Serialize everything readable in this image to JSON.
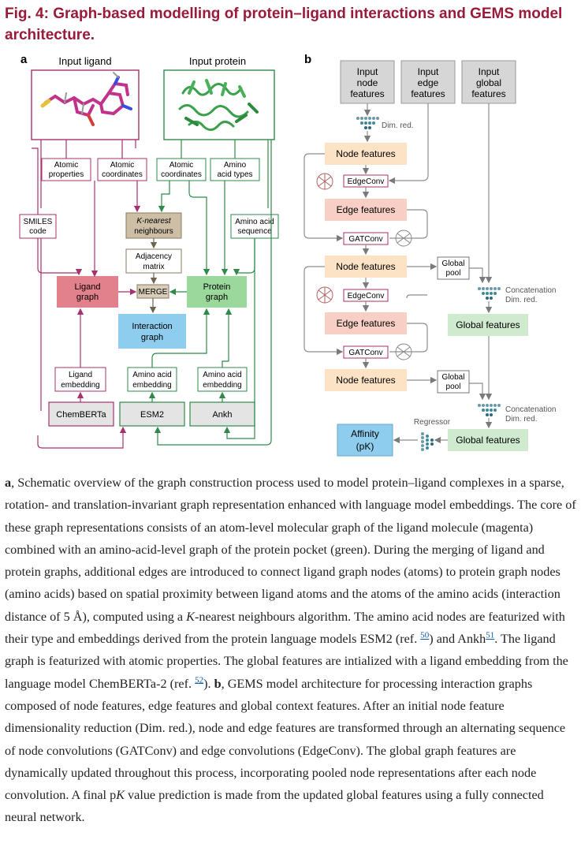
{
  "figure": {
    "title": "Fig. 4: Graph-based modelling of protein–ligand interactions and GEMS model architecture.",
    "panel_a": {
      "label": "a",
      "input_ligand": "Input ligand",
      "input_protein": "Input protein",
      "atomic_properties": [
        "Atomic",
        "properties"
      ],
      "atomic_coordinates_lig": [
        "Atomic",
        "coordinates"
      ],
      "atomic_coordinates_prot": [
        "Atomic",
        "coordinates"
      ],
      "amino_acid_types": [
        "Amino",
        "acid types"
      ],
      "smiles_code": [
        "SMILES",
        "code"
      ],
      "amino_acid_sequence": [
        "Amino acid",
        "sequence"
      ],
      "knn": [
        "K-nearest",
        "neighbours"
      ],
      "adjacency": [
        "Adjacency",
        "matrix"
      ],
      "ligand_graph": [
        "Ligand",
        "graph"
      ],
      "merge": "MERGE",
      "protein_graph": [
        "Protein",
        "graph"
      ],
      "interaction_graph": [
        "Interaction",
        "graph"
      ],
      "ligand_embedding": [
        "Ligand",
        "embedding"
      ],
      "aa_embedding_1": [
        "Amino acid",
        "embedding"
      ],
      "aa_embedding_2": [
        "Amino acid",
        "embedding"
      ],
      "chemberta": "ChemBERTa",
      "esm2": "ESM2",
      "ankh": "Ankh"
    },
    "panel_b": {
      "label": "b",
      "input_node": [
        "Input",
        "node",
        "features"
      ],
      "input_edge": [
        "Input",
        "edge",
        "features"
      ],
      "input_global": [
        "Input",
        "global",
        "features"
      ],
      "dim_red": "Dim. red.",
      "node_features": "Node features",
      "edge_features": "Edge features",
      "edgeconv": "EdgeConv",
      "gatconv": "GATConv",
      "global_pool": [
        "Global",
        "pool"
      ],
      "concatenation": "Concatenation",
      "global_features": "Global features",
      "regressor": "Regressor",
      "affinity": [
        "Affinity",
        "(pK)"
      ]
    }
  },
  "caption": {
    "a_label": "a",
    "a_text_1": ", Schematic overview of the graph construction process used to model protein–ligand complexes in a sparse, rotation- and translation-invariant graph representation enhanced with language model embeddings. The core of these graph representations consists of an atom-level molecular graph of the ligand molecule (magenta) combined with an amino-acid-level graph of the protein pocket (green). During the merging of ligand and protein graphs, additional edges are introduced to connect ligand graph nodes (atoms) to protein graph nodes (amino acids) based on spatial proximity between ligand atoms and the atoms of the amino acids (interaction distance of 5 Å), computed using a ",
    "a_k": "K",
    "a_text_2": "-nearest neighbours algorithm. The amino acid nodes are featurized with their type and embeddings derived from the protein language models ESM2 (ref. ",
    "ref_50": "50",
    "a_text_3": ") and Ankh",
    "ref_51": "51",
    "a_text_4": ". The ligand graph is featurized with atomic properties. The global features are intialized with a ligand embedding from the language model ChemBERTa-2 (ref. ",
    "ref_52": "52",
    "a_text_5": "). ",
    "b_label": "b",
    "b_text_1": ", GEMS model architecture for processing interaction graphs composed of node features, edge features and global context features. After an initial node feature dimensionality reduction (Dim. red.), node and edge features are transformed through an alternating sequence of node convolutions (GATConv) and edge convolutions (EdgeConv). The global graph features are dynamically updated throughout this process, incorporating pooled node representations after each node convolution. A final p",
    "b_k": "K",
    "b_text_2": " value prediction is made from the updated global features using a fully connected neural network."
  },
  "colors": {
    "magenta": "#a8306e",
    "green": "#2f8a4a",
    "brown": "#8a7a60",
    "ligand_fill": "#e2808c",
    "protein_fill": "#9bd89c",
    "interaction_fill": "#8fcdee",
    "node_fill": "#fde3c5",
    "edge_fill": "#f7cfc5",
    "global_fill": "#cfeacf",
    "input_fill": "#d6d6d6",
    "gray_line": "#8e8e8e"
  }
}
